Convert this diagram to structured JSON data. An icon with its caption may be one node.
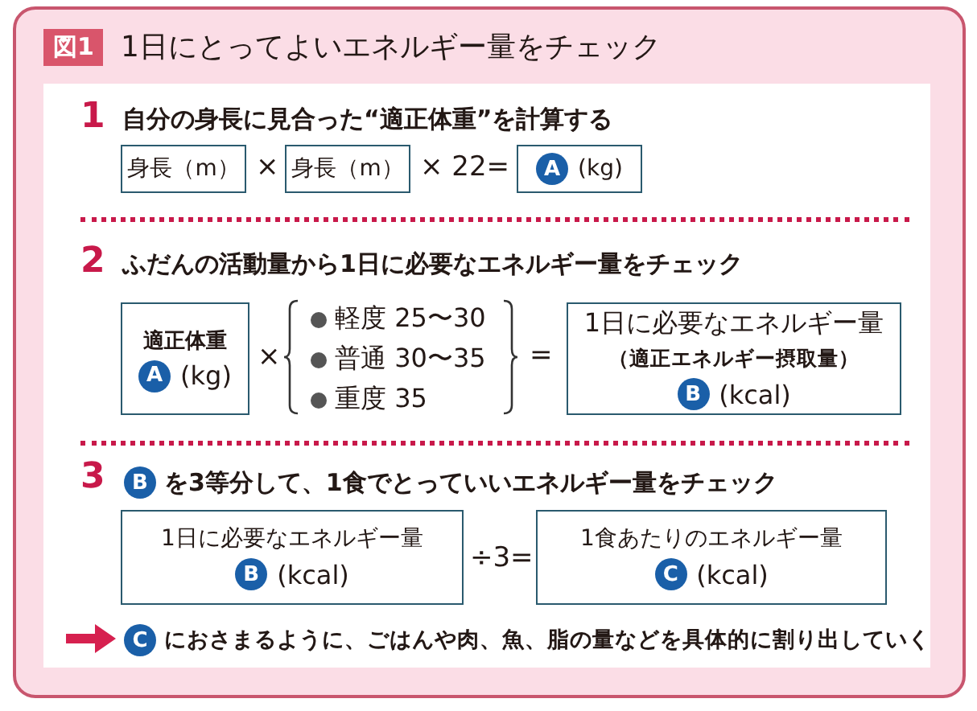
{
  "diagram": {
    "title": "1日にとってよいエネルギー量をチェック",
    "nodes": [
      {
        "text": [
          "身長（m）"
        ]
      },
      {
        "text": [
          "身長（m）"
        ]
      },
      {
        "text": [
          "A",
          "(kg)"
        ]
      },
      {
        "text": [
          "適正体重",
          "A",
          "(kg)"
        ]
      },
      {
        "text": [
          "1日に必要なエネルギー量",
          "（適正エネルギー摂取量）",
          "B",
          "(kcal)"
        ]
      },
      {
        "text": [
          "1日に必要なエネルギー量",
          "B",
          "(kcal)"
        ]
      },
      {
        "text": [
          "1食あたりのエネルギー量",
          "C",
          "(kcal)"
        ]
      }
    ],
    "labels": [
      "図1",
      "1",
      "自分の身長に見合った“適正体重”を計算する",
      "×",
      "× 22=",
      "2",
      "ふだんの活動量から1日に必要なエネルギー量をチェック",
      "×",
      "軽度 25〜30",
      "普通 30〜35",
      "重度 35",
      "=",
      "3",
      "B",
      "を3等分して、1食でとっていいエネルギー量をチェック",
      "÷3=",
      "C",
      "におさまるように、ごはんや肉、魚、脂の量などを具体的に割り出していく"
    ]
  }
}
